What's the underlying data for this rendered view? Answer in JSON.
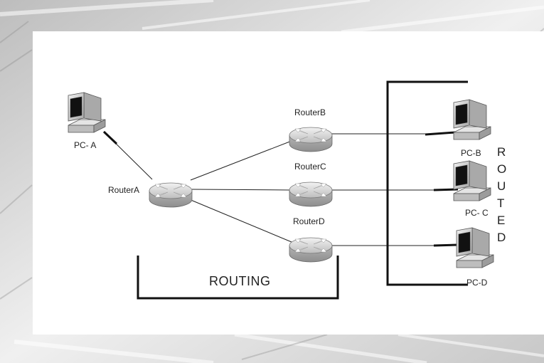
{
  "colors": {
    "background": "#d9d9d9",
    "panel": "#ffffff",
    "line": "#111111",
    "device": "#cfcfcf"
  },
  "routers": {
    "a": "RouterA",
    "b": "RouterB",
    "c": "RouterC",
    "d": "RouterD"
  },
  "pcs": {
    "a": "PC- A",
    "b": "PC-B",
    "c": "PC- C",
    "d": "PC-D"
  },
  "labels": {
    "routing": "ROUTING",
    "routed_letters": [
      "R",
      "O",
      "U",
      "T",
      "E",
      "D"
    ]
  }
}
